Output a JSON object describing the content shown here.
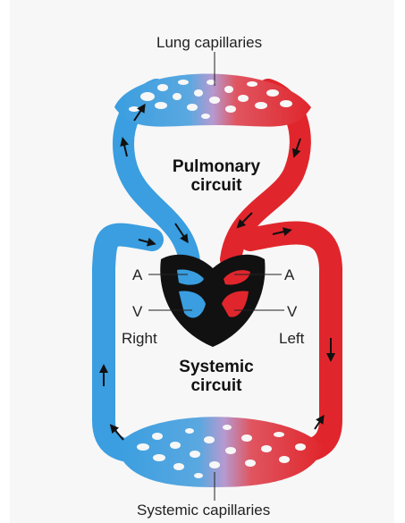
{
  "labels": {
    "lung_capillaries": "Lung capillaries",
    "systemic_capillaries": "Systemic capillaries",
    "pulmonary_line1": "Pulmonary",
    "pulmonary_line2": "circuit",
    "systemic_line1": "Systemic",
    "systemic_line2": "circuit",
    "atrium_right": "A",
    "atrium_left": "A",
    "ventricle_right": "V",
    "ventricle_left": "V",
    "right_side": "Right",
    "left_side": "Left"
  },
  "colors": {
    "deoxygenated": "#3a9ee0",
    "oxygenated": "#e0262c",
    "heart": "#111111",
    "capillary_mix": "#b59ad0"
  }
}
